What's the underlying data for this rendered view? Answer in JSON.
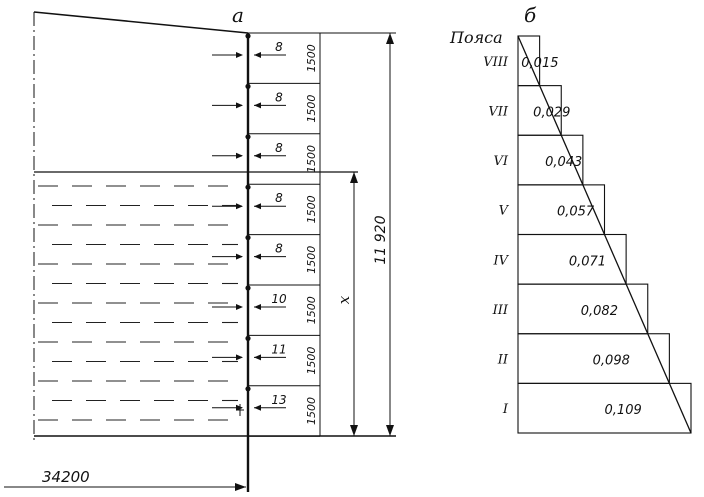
{
  "labels": {
    "panel_a": "а",
    "panel_b": "б",
    "belts_header": "Пояса",
    "total_height": "11 920",
    "fill_height": "x",
    "radius": "34200"
  },
  "panel_a": {
    "belts": [
      {
        "thickness": "8",
        "height": "1500"
      },
      {
        "thickness": "8",
        "height": "1500"
      },
      {
        "thickness": "8",
        "height": "1500"
      },
      {
        "thickness": "8",
        "height": "1500"
      },
      {
        "thickness": "8",
        "height": "1500"
      },
      {
        "thickness": "10",
        "height": "1500"
      },
      {
        "thickness": "11",
        "height": "1500"
      },
      {
        "thickness": "13",
        "height": "1500"
      }
    ]
  },
  "panel_b": {
    "belts": [
      {
        "roman": "VIII",
        "value": "0,015"
      },
      {
        "roman": "VII",
        "value": "0,029"
      },
      {
        "roman": "VI",
        "value": "0,043"
      },
      {
        "roman": "V",
        "value": "0,057"
      },
      {
        "roman": "IV",
        "value": "0,071"
      },
      {
        "roman": "III",
        "value": "0,082"
      },
      {
        "roman": "II",
        "value": "0,098"
      },
      {
        "roman": "I",
        "value": "0,109"
      }
    ]
  }
}
